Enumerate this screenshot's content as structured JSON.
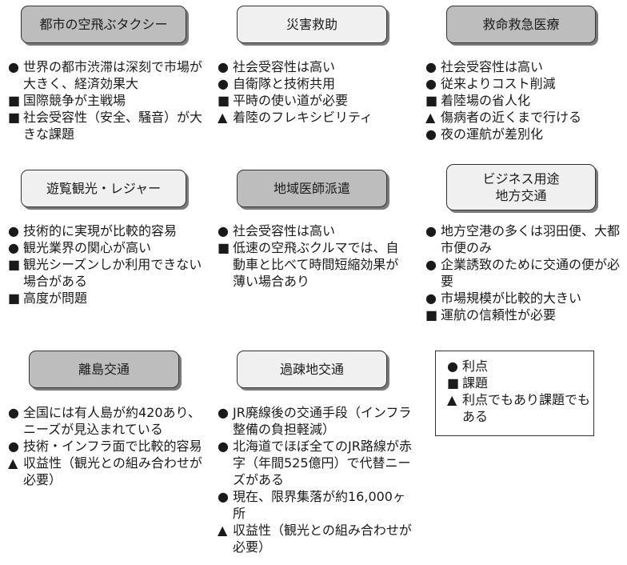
{
  "markers": {
    "advantage": "●",
    "issue": "■",
    "both": "▲"
  },
  "categories": [
    {
      "title": "都市の空飛ぶタクシー",
      "style": "dark",
      "items": [
        {
          "m": "●",
          "t": "世界の都市渋滞は深刻で市場が大きく、経済効果大"
        },
        {
          "m": "■",
          "t": "国際競争が主戦場"
        },
        {
          "m": "■",
          "t": "社会受容性（安全、騒音）が大きな課題"
        }
      ]
    },
    {
      "title": "災害救助",
      "style": "light",
      "items": [
        {
          "m": "●",
          "t": "社会受容性は高い"
        },
        {
          "m": "●",
          "t": "自衛隊と技術共用"
        },
        {
          "m": "■",
          "t": "平時の使い道が必要"
        },
        {
          "m": "▲",
          "t": "着陸のフレキシビリティ"
        }
      ]
    },
    {
      "title": "救命救急医療",
      "style": "dark",
      "items": [
        {
          "m": "●",
          "t": "社会受容性は高い"
        },
        {
          "m": "●",
          "t": "従来よりコスト削減"
        },
        {
          "m": "■",
          "t": "着陸場の省人化"
        },
        {
          "m": "▲",
          "t": "傷病者の近くまで行ける"
        },
        {
          "m": "●",
          "t": "夜の運航が差別化"
        }
      ]
    },
    {
      "title": "遊覧観光・レジャー",
      "style": "light",
      "items": [
        {
          "m": "●",
          "t": "技術的に実現が比較的容易"
        },
        {
          "m": "●",
          "t": "観光業界の関心が高い"
        },
        {
          "m": "■",
          "t": "観光シーズンしか利用できない場合がある"
        },
        {
          "m": "■",
          "t": "高度が問題"
        }
      ]
    },
    {
      "title": "地域医師派遣",
      "style": "dark",
      "items": [
        {
          "m": "●",
          "t": "社会受容性は高い"
        },
        {
          "m": "■",
          "t": "低速の空飛ぶクルマでは、自動車と比べて時間短縮効果が薄い場合あり"
        }
      ]
    },
    {
      "title": "ビジネス用途",
      "title2": "地方交通",
      "style": "light",
      "items": [
        {
          "m": "●",
          "t": "地方空港の多くは羽田便、大都市便のみ"
        },
        {
          "m": "●",
          "t": "企業誘致のために交通の便が必要"
        },
        {
          "m": "●",
          "t": "市場規模が比較的大きい"
        },
        {
          "m": "■",
          "t": "運航の信頼性が必要"
        }
      ]
    },
    {
      "title": "離島交通",
      "style": "dark",
      "items": [
        {
          "m": "●",
          "t": "全国には有人島が約420あり、ニーズが見込まれている"
        },
        {
          "m": "●",
          "t": "技術・インフラ面で比較的容易"
        },
        {
          "m": "▲",
          "t": "収益性（観光との組み合わせが必要）"
        }
      ]
    },
    {
      "title": "過疎地交通",
      "style": "light",
      "items": [
        {
          "m": "●",
          "t": "JR廃線後の交通手段（インフラ整備の負担軽減）"
        },
        {
          "m": "●",
          "t": "北海道でほぼ全てのJR路線が赤字（年間525億円）で代替ニーズがある"
        },
        {
          "m": "●",
          "t": "現在、限界集落が約16,000ヶ所"
        },
        {
          "m": "▲",
          "t": "収益性（観光との組み合わせが必要）"
        }
      ]
    }
  ],
  "legend": [
    {
      "m": "●",
      "t": "利点"
    },
    {
      "m": "■",
      "t": "課題"
    },
    {
      "m": "▲",
      "t": "利点でもあり課題でもある"
    }
  ]
}
